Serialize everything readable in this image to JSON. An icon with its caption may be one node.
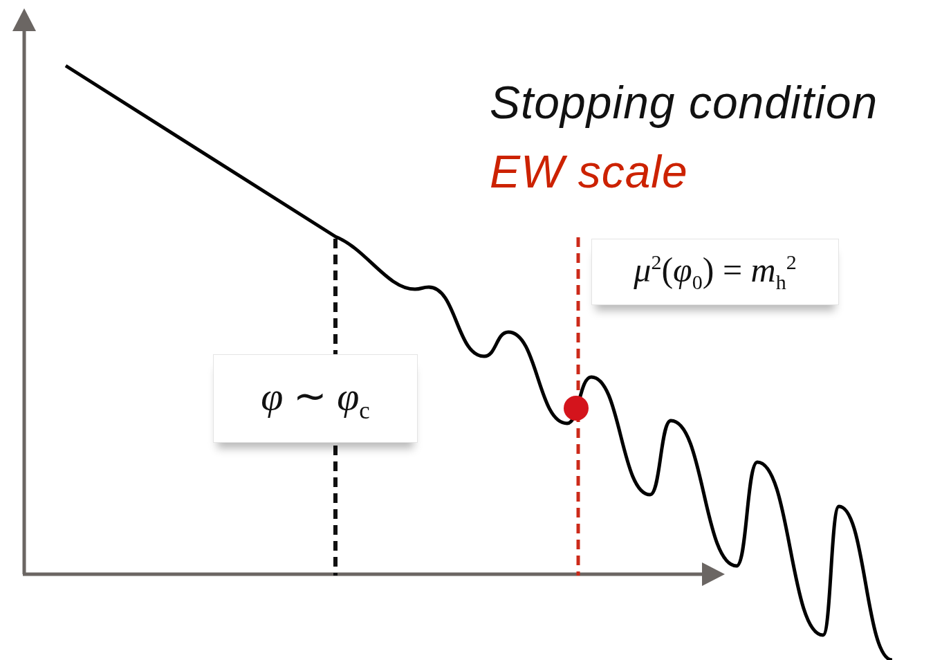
{
  "diagram": {
    "nodes": [
      {
        "text": [
          "*φ* ∼ *φ*$_{c}$"
        ]
      },
      {
        "text": [
          "*μ*$^{2}$(*φ*$_{0}$) = *m*$_{h}$$^{2}$"
        ]
      }
    ],
    "labels": [
      "Stopping condition",
      "EW scale"
    ]
  }
}
